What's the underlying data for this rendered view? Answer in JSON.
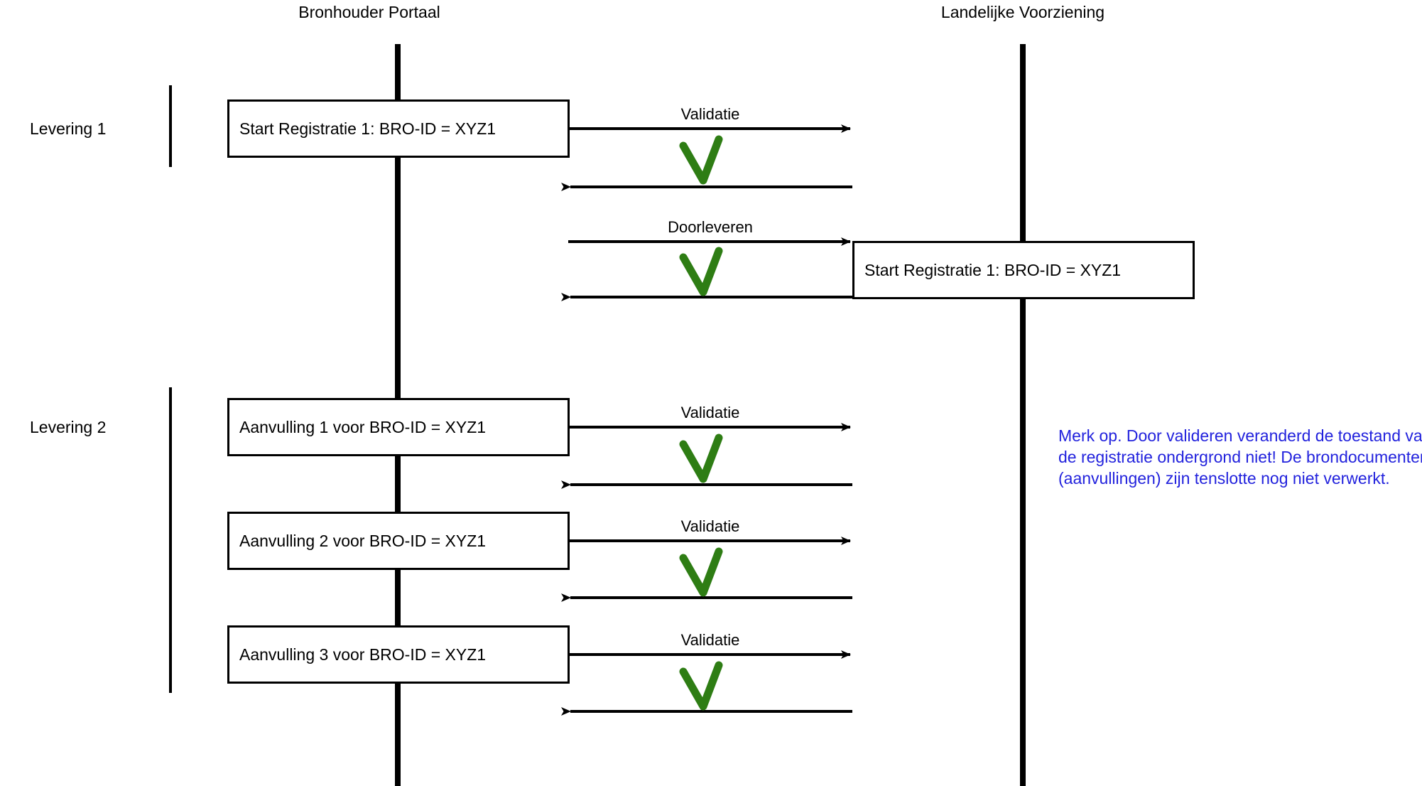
{
  "diagram": {
    "title_left": "Bronhouder Portaal",
    "title_right": "Landelijke Voorziening",
    "colors": {
      "line": "#000000",
      "check": "#2e7d14",
      "note": "#2222dd",
      "box_fill": "#ffffff"
    },
    "lanes": [
      {
        "label": "Levering 1"
      },
      {
        "label": "Levering 2"
      }
    ],
    "boxes": [
      {
        "label": "Start Registratie 1: BRO-ID = XYZ1",
        "side": "left"
      },
      {
        "label": "Start Registratie 1: BRO-ID = XYZ1",
        "side": "right"
      },
      {
        "label": "Aanvulling 1 voor BRO-ID = XYZ1",
        "side": "left"
      },
      {
        "label": "Aanvulling 2 voor BRO-ID = XYZ1",
        "side": "left"
      },
      {
        "label": "Aanvulling 3 voor BRO-ID = XYZ1",
        "side": "left"
      }
    ],
    "messages": [
      {
        "label": "Validatie",
        "direction": "right",
        "check": true
      },
      {
        "label": "Doorleveren",
        "direction": "right",
        "check": true
      },
      {
        "label": "Validatie",
        "direction": "right",
        "check": true
      },
      {
        "label": "Validatie",
        "direction": "right",
        "check": true
      },
      {
        "label": "Validatie",
        "direction": "right",
        "check": true
      }
    ],
    "note": "Merk  op. Door valideren veranderd de toestand van de registratie ondergrond niet! De brondocumenten (aanvullingen) zijn tenslotte nog niet verwerkt."
  }
}
